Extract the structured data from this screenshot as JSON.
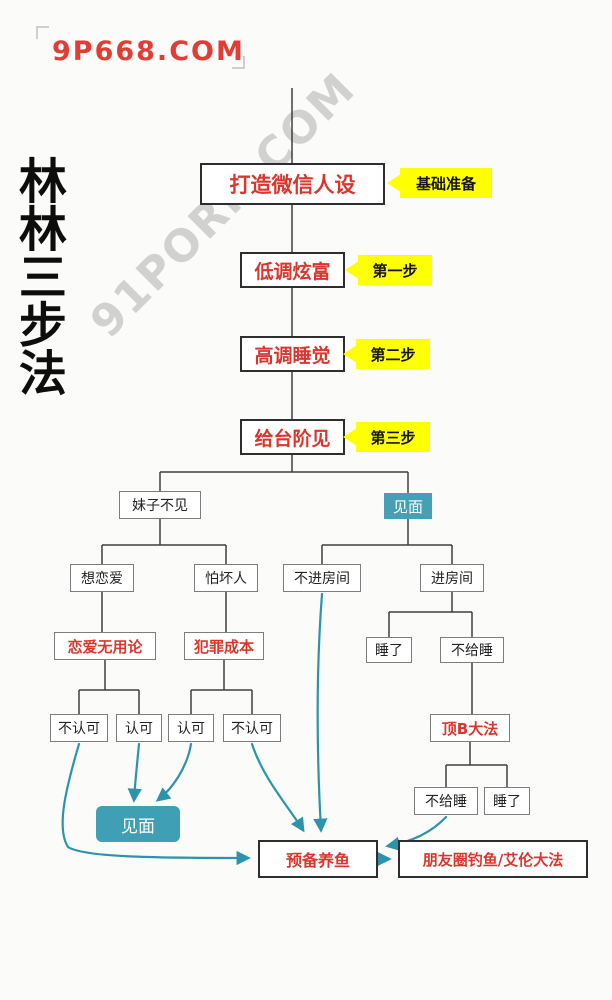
{
  "page": {
    "site_label": "9P668.COM",
    "side_title": "林林三步法",
    "watermark": "91PORN.COM"
  },
  "flow": {
    "persona": {
      "label": "打造微信人设",
      "tag": "基础准备"
    },
    "step1": {
      "label": "低调炫富",
      "tag": "第一步"
    },
    "step2": {
      "label": "高调睡觉",
      "tag": "第二步"
    },
    "step3": {
      "label": "给台阶见",
      "tag": "第三步"
    },
    "girl_refuse": "妹子不见",
    "meet_top": "见面",
    "want_love": "想恋爱",
    "fear_bad": "怕坏人",
    "no_enter_room": "不进房间",
    "enter_room": "进房间",
    "love_useless": "恋爱无用论",
    "crime_cost": "犯罪成本",
    "slept_a": "睡了",
    "no_sleep_a": "不给睡",
    "disagree_a": "不认可",
    "agree_a": "认可",
    "agree_b": "认可",
    "disagree_b": "不认可",
    "ding_b": "顶B大法",
    "no_sleep_b": "不给睡",
    "slept_b": "睡了",
    "meet_bottom": "见面",
    "prep_fish": "预备养鱼",
    "moments_fish": "朋友圈钓鱼/艾伦大法"
  },
  "colors": {
    "red_text": "#d8372e",
    "yellow_tag": "#feff00",
    "teal_box": "#46a0b5",
    "arrow": "#2b94ac",
    "line": "#3f3f3f"
  }
}
